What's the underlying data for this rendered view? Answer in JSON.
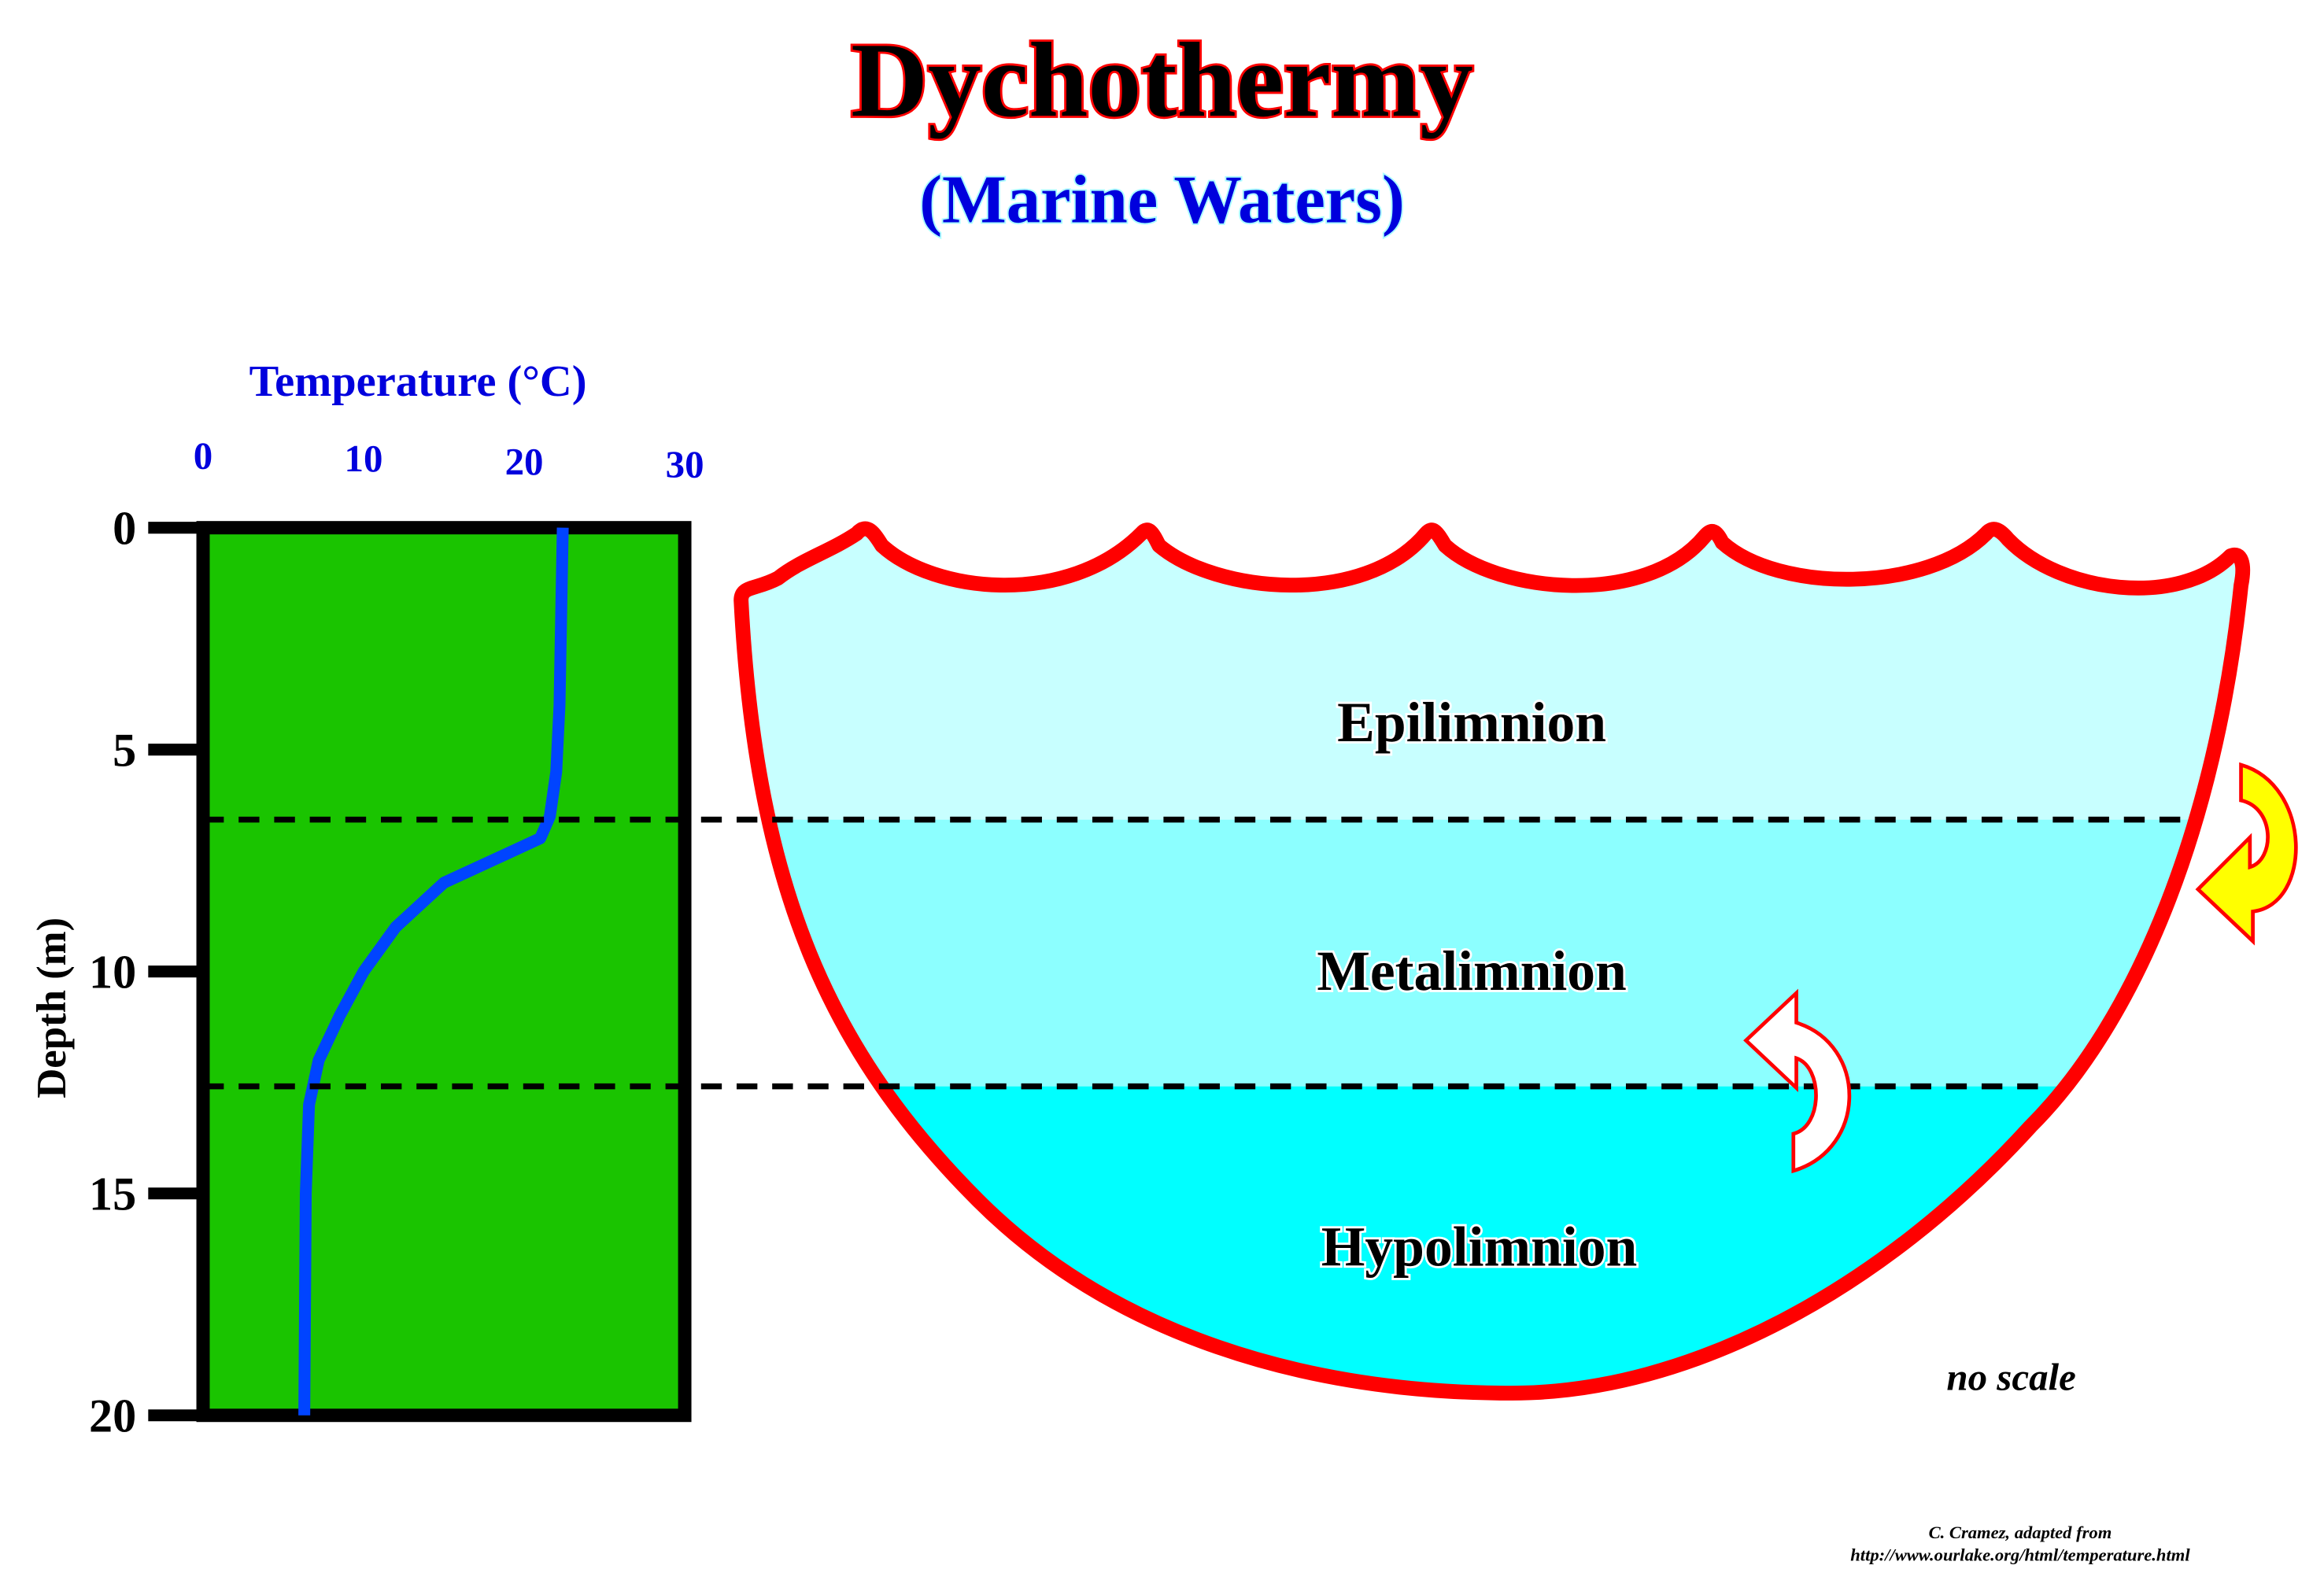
{
  "title": "Dychothermy",
  "subtitle": "(Marine Waters)",
  "chart_data": {
    "type": "line",
    "title": "",
    "xlabel": "Temperature (°C)",
    "ylabel": "Depth (m)",
    "xlim": [
      0,
      30
    ],
    "ylim": [
      0,
      20
    ],
    "x_ticks": [
      "0",
      "10",
      "20",
      "30"
    ],
    "y_ticks": [
      "0",
      "5",
      "10",
      "15",
      "20"
    ],
    "series": [
      {
        "name": "temperature profile",
        "depth": [
          0,
          2,
          4,
          5.5,
          6.5,
          7,
          8,
          9,
          10,
          11,
          12,
          13,
          15,
          20
        ],
        "temperature": [
          22.4,
          22.3,
          22.2,
          22.0,
          21.6,
          21.0,
          15.0,
          12.0,
          10.0,
          8.5,
          7.2,
          6.6,
          6.4,
          6.3
        ]
      }
    ],
    "layer_boundaries_depth": [
      6.6,
      12.6
    ],
    "grid": false
  },
  "layers": [
    "Epilimnion",
    "Metalimnion",
    "Hypolimnion"
  ],
  "colors": {
    "epilimnion": "#c8ffff",
    "metalimnion": "#8cffff",
    "hypolimnion": "#00ffff",
    "outline": "#ff0000",
    "plot_bg": "#1ac400",
    "curve": "#0044ff"
  },
  "note": "no scale",
  "credit": {
    "line1": "C. Cramez, adapted from",
    "line2": "http://www.ourlake.org/html/temperature.html"
  }
}
